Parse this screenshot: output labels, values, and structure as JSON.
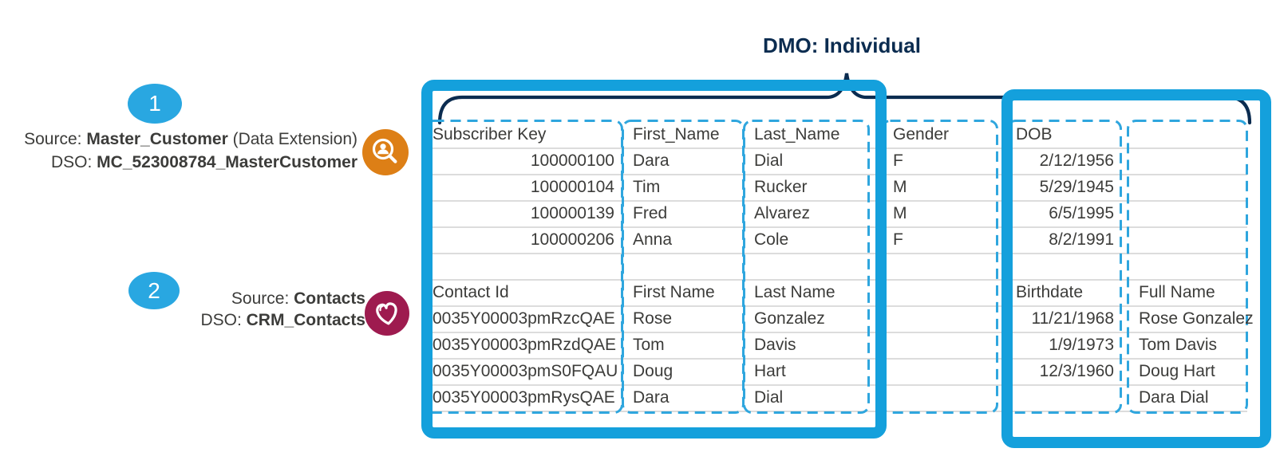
{
  "dmo_label": "DMO: Individual",
  "annotation1": {
    "number": "1",
    "line1_prefix": "Source: ",
    "line1_bold": "Master_Customer",
    "line1_suffix": " (Data Extension)",
    "line2_prefix": "DSO: ",
    "line2_bold": "MC_523008784_MasterCustomer",
    "icon": "person-search-icon"
  },
  "annotation2": {
    "number": "2",
    "line1_prefix": "Source: ",
    "line1_bold": "Contacts",
    "line2_prefix": "DSO: ",
    "line2_bold": "CRM_Contacts",
    "icon": "heart-icon"
  },
  "table": {
    "section1": {
      "headers": [
        "Subscriber Key",
        "First_Name",
        "Last_Name",
        "Gender",
        "DOB",
        ""
      ],
      "rows": [
        [
          "100000100",
          "Dara",
          "Dial",
          "F",
          "2/12/1956",
          ""
        ],
        [
          "100000104",
          "Tim",
          "Rucker",
          "M",
          "5/29/1945",
          ""
        ],
        [
          "100000139",
          "Fred",
          "Alvarez",
          "M",
          "6/5/1995",
          ""
        ],
        [
          "100000206",
          "Anna",
          "Cole",
          "F",
          "8/2/1991",
          ""
        ]
      ]
    },
    "section2": {
      "headers": [
        "Contact Id",
        "First Name",
        "Last Name",
        "",
        "Birthdate",
        "Full Name"
      ],
      "rows": [
        [
          "0035Y00003pmRzcQAE",
          "Rose",
          "Gonzalez",
          "",
          "11/21/1968",
          "Rose Gonzalez"
        ],
        [
          "0035Y00003pmRzdQAE",
          "Tom",
          "Davis",
          "",
          "1/9/1973",
          "Tom Davis"
        ],
        [
          "0035Y00003pmS0FQAU",
          "Doug",
          "Hart",
          "",
          "12/3/1960",
          "Doug Hart"
        ],
        [
          "0035Y00003pmRysQAE",
          "Dara",
          "Dial",
          "",
          "",
          "Dara Dial"
        ]
      ]
    }
  },
  "colors": {
    "brand_blue": "#14a0dc",
    "dashed_blue": "#2fa6de",
    "badge_blue": "#29a7e1",
    "navy": "#0b2c50",
    "orange": "#dd7f16",
    "maroon": "#9e1b4f",
    "text": "#3c3c3a",
    "gridline": "#dcdcdc"
  }
}
